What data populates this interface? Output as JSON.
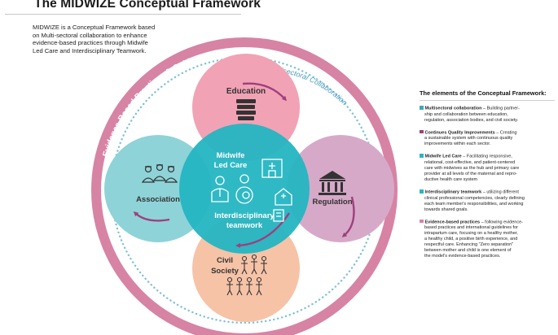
{
  "title": "The MIDWIZE Conceptual Framework",
  "intro_lines": [
    "MIDWIZE is a Conceptual Framework based",
    "on Multi-sectoral collaboration to enhance",
    "evidence-based practices through Midwife",
    "Led Care and Interdisciplinary Teamwork."
  ],
  "diagram": {
    "outer_ring_label": "Evidence-Based Practises & Guidelines",
    "inner_ring_label": "Multisectoral Collaboration",
    "circles": {
      "education": "Education",
      "regulation": "Regulation",
      "civil_society": [
        "Civil",
        "Society"
      ],
      "association": "Association",
      "midwife_led_care": [
        "Midwife",
        "Led Care"
      ],
      "interdisciplinary": [
        "Interdisciplinary",
        "teamwork"
      ]
    },
    "colors": {
      "outer_ring": "#d783a4",
      "education": "#f2a2b5",
      "regulation": "#d7a9c8",
      "civil_society": "#f6c3a7",
      "association": "#8ed3d8",
      "center": "#24b5c2",
      "arrow": "#9e3f7e",
      "dots": "#7fc0d8"
    },
    "icons": [
      "book-stack-icon",
      "pillar-building-icon",
      "family-icon",
      "nurse-group-icon",
      "doctor-icon",
      "pregnant-woman-icon",
      "hospital-icon",
      "clinic-icon",
      "document-icon"
    ]
  },
  "sidebar": {
    "title": "The elements of the Conceptual Framework:",
    "items": [
      {
        "color": "#3fa9b8",
        "head": "Multisectoral collaboration",
        "lines": [
          " – Building partner-",
          "ship and collaboration between education,",
          "regulation, association bodies, and civil society."
        ]
      },
      {
        "color": "#9e3f7e",
        "head": "Continues Quality Improvements",
        "lines": [
          " – Creating",
          "a sustainable system with continuous quality",
          "improvements within each sector."
        ]
      },
      {
        "color": "#2fb3c1",
        "head": "Midwife Led Care",
        "lines": [
          " – Facilitating responsive,",
          "relational, cost-effective, and patient-centered",
          "care with midwives as the hub and primary care",
          "provider at all levels of the maternal and repro-",
          "ductive health care system"
        ]
      },
      {
        "color": "#2fb3c1",
        "head": "Interdisciplinary teamwork",
        "lines": [
          " – utilizing different",
          "clinical professional competencies, clearly defining",
          "each team member's responsibilities, and working",
          "towards shared goals."
        ]
      },
      {
        "color": "#d783a4",
        "head": "Evidence-based practices",
        "lines": [
          " – following evidence-",
          "based practices and international guidelines for",
          "intrapartum care, focusing on a healthy mother,",
          "a healthy child, a positive birth experience, and",
          "respectful care. Enhancing \"Zero separation\"",
          "between mother and child is one element of",
          "the model's evidence-based practices."
        ]
      }
    ]
  }
}
